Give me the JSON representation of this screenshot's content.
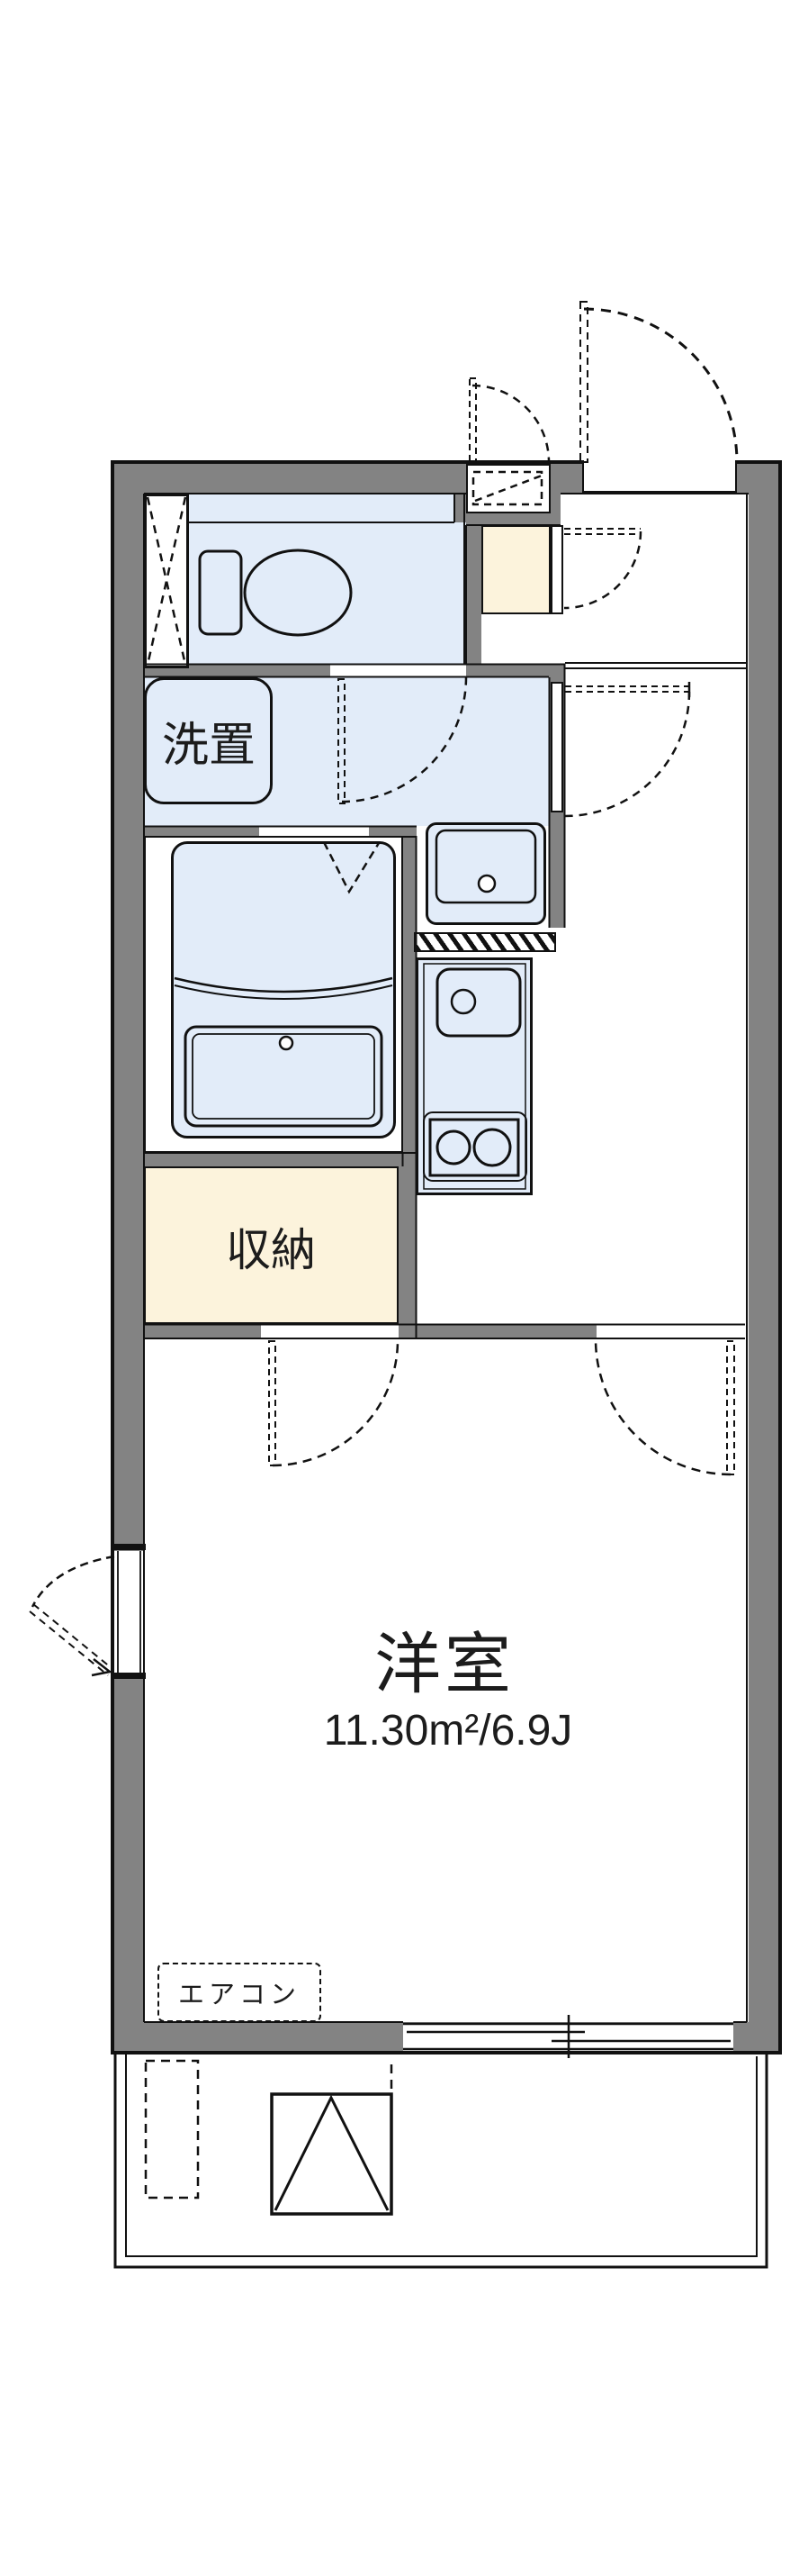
{
  "plan_type": "apartment-floor-plan",
  "labels": {
    "laundry": "洗置",
    "storage": "収納",
    "western_room": "洋室",
    "western_room_area": "11.30m²/6.9J",
    "aircon": "エアコン"
  },
  "western_room": {
    "name": "洋室",
    "area_sqm": "11.30m²",
    "area_jo": "6.9J"
  },
  "colors": {
    "wall": "#838383",
    "blue": "#e2ecf9",
    "cream": "#fcf3dc",
    "line": "#111111",
    "bg": "#ffffff"
  }
}
